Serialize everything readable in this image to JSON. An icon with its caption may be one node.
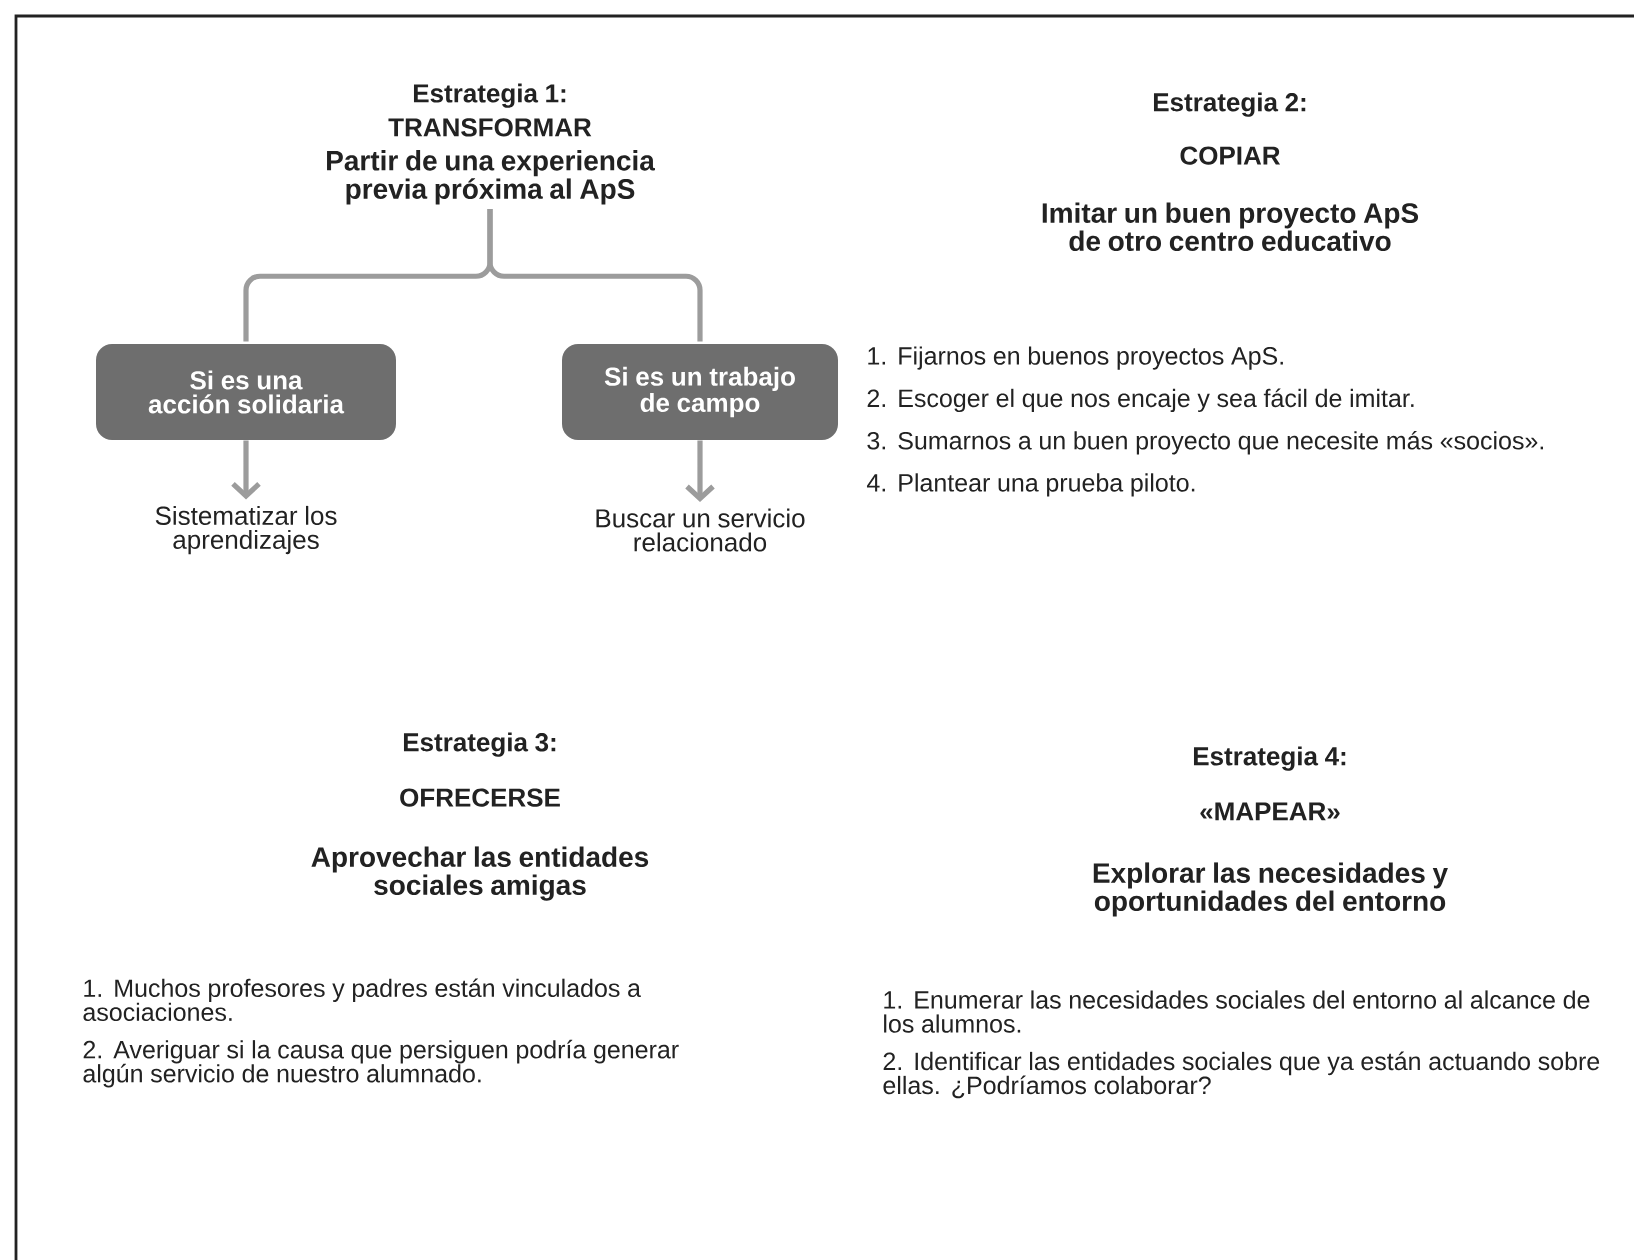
{
  "diagram": {
    "nodes": [
      {
        "text": [
          "Estrategia 1:",
          "TRANSFORMAR",
          "Partir de una experiencia previa próxima al ApS"
        ]
      },
      {
        "text": [
          "Si es una acción solidaria"
        ]
      },
      {
        "text": [
          "Si es un trabajo de campo"
        ]
      },
      {
        "text": [
          "Sistematizar los aprendizajes"
        ]
      },
      {
        "text": [
          "Buscar un servicio relacionado"
        ]
      }
    ],
    "edges": [
      {
        "from": 0,
        "to": 1,
        "arrow": "none"
      },
      {
        "from": 0,
        "to": 2,
        "arrow": "none"
      },
      {
        "from": 1,
        "to": 3,
        "arrow": "to"
      },
      {
        "from": 2,
        "to": 4,
        "arrow": "to"
      }
    ],
    "labels": [
      "Estrategia 2:",
      "COPIAR",
      "Imitar un buen proyecto ApS de otro centro educativo",
      "1. Fijarnos en buenos proyectos ApS.",
      "2. Escoger el que nos encaje y sea fácil de imitar.",
      "3. Sumarnos a un buen proyecto que necesite más «socios».",
      "4. Plantear una prueba piloto.",
      "Estrategia 3:",
      "OFRECERSE",
      "Aprovechar las entidades sociales amigas",
      "1. Muchos profesores y padres están vinculados a asociaciones.",
      "2. Averiguar si la causa que persiguen podría generar algún servicio de nuestro alumnado.",
      "Estrategia 4:",
      "«MAPEAR»",
      "Explorar las necesidades y oportunidades del entorno",
      "1. Enumerar las necesidades sociales del entorno al alcance de los alumnos.",
      "2. Identificar las entidades sociales que ya están actuando sobre ellas. ¿Podríamos colaborar?"
    ]
  }
}
